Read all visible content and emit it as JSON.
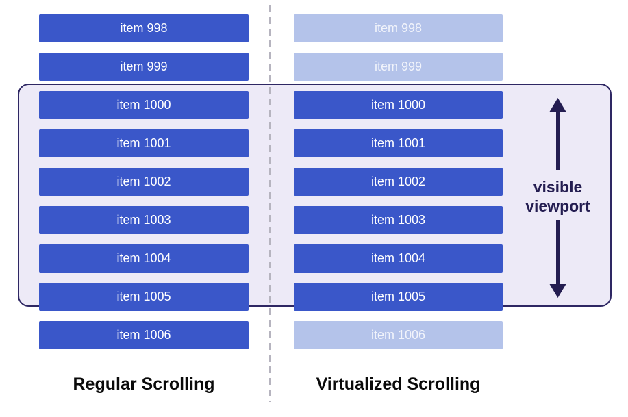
{
  "diagram": {
    "columns": [
      {
        "title": "Regular Scrolling",
        "items": [
          {
            "label": "item 998",
            "state": "rendered"
          },
          {
            "label": "item 999",
            "state": "rendered"
          },
          {
            "label": "item 1000",
            "state": "rendered"
          },
          {
            "label": "item 1001",
            "state": "rendered"
          },
          {
            "label": "item 1002",
            "state": "rendered"
          },
          {
            "label": "item 1003",
            "state": "rendered"
          },
          {
            "label": "item 1004",
            "state": "rendered"
          },
          {
            "label": "item 1005",
            "state": "rendered"
          },
          {
            "label": "item 1006",
            "state": "rendered"
          }
        ]
      },
      {
        "title": "Virtualized Scrolling",
        "items": [
          {
            "label": "item 998",
            "state": "virtualized"
          },
          {
            "label": "item 999",
            "state": "virtualized"
          },
          {
            "label": "item 1000",
            "state": "rendered"
          },
          {
            "label": "item 1001",
            "state": "rendered"
          },
          {
            "label": "item 1002",
            "state": "rendered"
          },
          {
            "label": "item 1003",
            "state": "rendered"
          },
          {
            "label": "item 1004",
            "state": "rendered"
          },
          {
            "label": "item 1005",
            "state": "rendered"
          },
          {
            "label": "item 1006",
            "state": "rendered"
          }
        ]
      }
    ],
    "viewport_label": "visible viewport",
    "colors": {
      "rendered_item": "#3a57c9",
      "virtualized_item": "#b4c3ea",
      "item_text": "#ffffff",
      "viewport_fill": "#edeaf7",
      "viewport_border": "#2e2763",
      "arrow": "#241d51",
      "divider": "#b6b4bf",
      "title_text": "#0a0a0a"
    }
  }
}
